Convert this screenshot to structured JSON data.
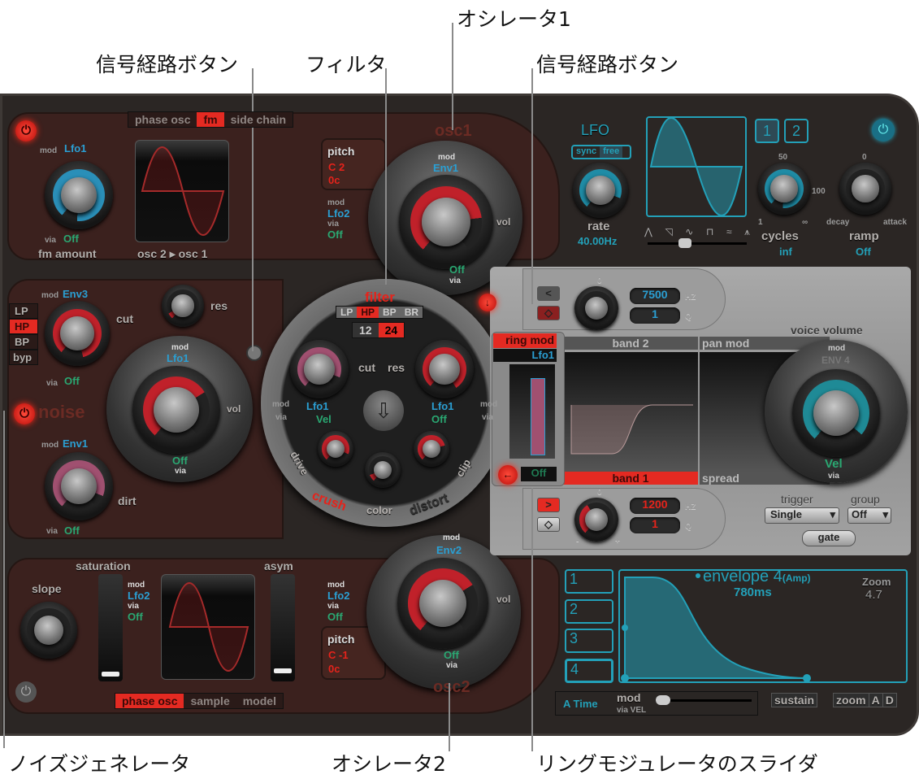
{
  "callouts": {
    "osc1": "オシレータ1",
    "signal_path_left": "信号経路ボタン",
    "filter": "フィルタ",
    "signal_path_right": "信号経路ボタン",
    "noise": "ノイズジェネレータ",
    "osc2": "オシレータ2",
    "ring_mod_slider": "リングモジュレータのスライダ"
  },
  "osc1": {
    "title": "osc1",
    "modes": [
      "phase osc",
      "fm",
      "side chain"
    ],
    "active_mode": "fm",
    "mod_label": "mod",
    "mod_source": "Lfo1",
    "via_label": "via",
    "via_source": "Off",
    "knob_label": "fm amount",
    "route_label": "osc 2 ▸ osc 1",
    "pitch_label": "pitch",
    "pitch_note": "C 2",
    "pitch_cents": "0c",
    "pitch_mod": "Lfo2",
    "pitch_via": "Off",
    "vol_mod": "Env1",
    "vol_label": "vol",
    "vol_via": "Off"
  },
  "filter": {
    "title": "filter",
    "types": [
      "LP",
      "HP",
      "BP",
      "BR"
    ],
    "active_type": "HP",
    "slopes": [
      "12",
      "24"
    ],
    "active_slope": "24",
    "cut_label": "cut",
    "res_label": "res",
    "cut_mod": "Lfo1",
    "cut_via": "Vel",
    "res_mod": "Lfo1",
    "res_via": "Off",
    "drive_label": "drive",
    "clip_label": "clip",
    "color_label": "color",
    "crush_label": "crush",
    "distort_label": "distort",
    "mod_label": "mod",
    "via_label": "via"
  },
  "left_filter": {
    "types": [
      "LP",
      "HP",
      "BP",
      "byp"
    ],
    "active": "HP",
    "mod_source": "Env3",
    "via_source": "Off",
    "cut_label": "cut",
    "res_label": "res"
  },
  "noise": {
    "title": "noise",
    "mod_source": "Lfo1",
    "vol_label": "vol",
    "via_source": "Off",
    "dirt_mod": "Env1",
    "dirt_label": "dirt",
    "dirt_via": "Off"
  },
  "osc2": {
    "title": "osc2",
    "modes": [
      "phase osc",
      "sample",
      "model"
    ],
    "active_mode": "phase osc",
    "slope_label": "slope",
    "saturation_label": "saturation",
    "asym_label": "asym",
    "sat_mod": "Lfo2",
    "sat_via": "Off",
    "pitch_mod": "Lfo2",
    "pitch_via": "Off",
    "pitch_label": "pitch",
    "pitch_note": "C -1",
    "pitch_cents": "0c",
    "vol_mod": "Env2",
    "vol_via": "Off",
    "vol_label": "vol"
  },
  "lfo": {
    "title": "LFO",
    "sync": "sync",
    "free": "free",
    "tabs": [
      "1",
      "2"
    ],
    "active_tab": "1",
    "rate_label": "rate",
    "rate_value": "40.00Hz",
    "cycles_label": "cycles",
    "cycles_value": "inf",
    "cycles_ticks": [
      "50",
      "100",
      "1",
      "∞"
    ],
    "ramp_label": "ramp",
    "ramp_value": "Off",
    "ramp_ticks": [
      "0",
      "decay",
      "attack"
    ],
    "waveform_icons": [
      "triangle-icon",
      "saw-icon",
      "sine-icon",
      "square-icon",
      "random-smooth-icon",
      "random-icon"
    ]
  },
  "eq": {
    "band2_freq": "7500",
    "band2_q": "1",
    "band1_freq": "1200",
    "band1_q": "1",
    "hz": "HZ",
    "q": "Q",
    "band2_label": "band 2",
    "band1_label": "band 1",
    "zero": "0",
    "minus": "-",
    "plus": "+"
  },
  "ring_mod": {
    "label": "ring mod",
    "mod_source": "Lfo1",
    "via_source": "Off",
    "level": 0.9
  },
  "voice": {
    "title": "voice volume",
    "pan_mod": "pan mod",
    "spread": "spread",
    "mod_label": "mod",
    "mod_source": "ENV 4",
    "via_source": "Vel",
    "via_label": "via",
    "trigger_label": "trigger",
    "trigger_value": "Single",
    "group_label": "group",
    "group_value": "Off",
    "gate_label": "gate"
  },
  "envelope": {
    "tabs": [
      "1",
      "2",
      "3",
      "4"
    ],
    "active_tab": "4",
    "title": "envelope 4",
    "subtitle": "(Amp)",
    "time": "780ms",
    "zoom_label": "Zoom",
    "zoom_value": "4.7",
    "a_time": "A Time",
    "mod_label": "mod",
    "via_vel": "via VEL",
    "sustain": "sustain",
    "zoom_btn": "zoom",
    "a_btn": "A",
    "d_btn": "D"
  },
  "colors": {
    "accent_red": "#e5231b",
    "accent_blue": "#2a9fd3",
    "accent_teal": "#23a0b8",
    "green": "#2aa872",
    "section_bg": "#3b211e"
  }
}
